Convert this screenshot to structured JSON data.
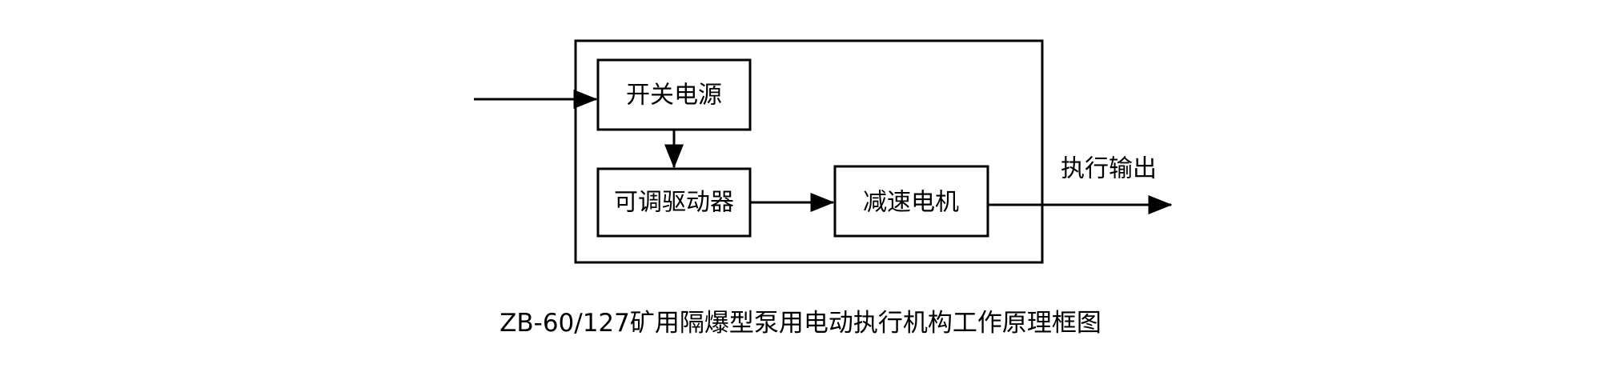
{
  "figure": {
    "caption": "ZB-60/127矿用隔爆型泵用电动执行机构工作原理框图",
    "enclosure_label": "",
    "blocks": [
      {
        "id": "switching-power-supply",
        "label": "开关电源"
      },
      {
        "id": "adjustable-driver",
        "label": "可调驱动器"
      },
      {
        "id": "gear-motor",
        "label": "减速电机"
      }
    ],
    "edge_labels": {
      "output": "执行输出"
    },
    "colors": {
      "stroke": "#000000",
      "fill": "#ffffff",
      "text": "#000000",
      "background": "#ffffff"
    }
  }
}
